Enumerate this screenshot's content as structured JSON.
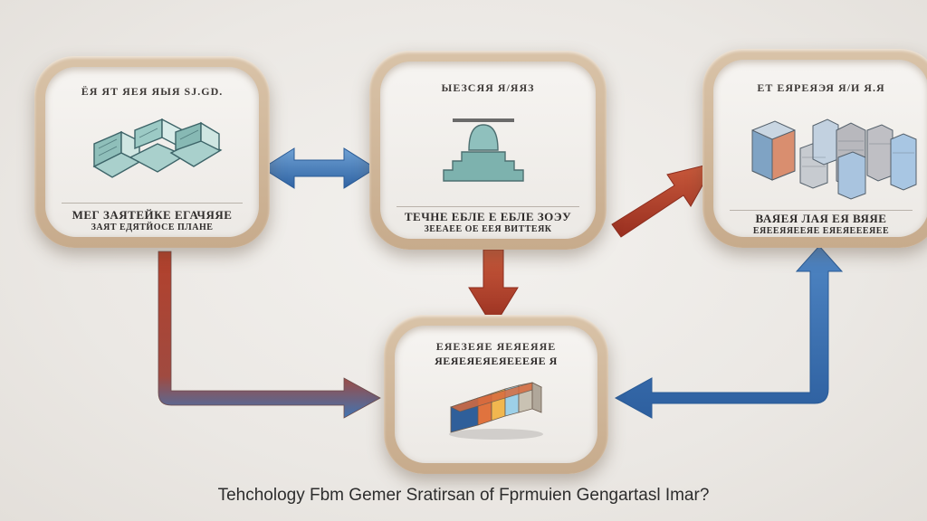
{
  "nodes": {
    "top_left": {
      "title": "ЁЯ ЯТ ЯЕЯ ЯЫЯ SJ.GD.",
      "caption_1": "МЕГ ЗАЯТЕЙКЕ ЕГАЧЯЯЕ",
      "caption_2": "ЗАЯТ ЕДЯТЙОСЕ ПЛАНЕ"
    },
    "top_middle": {
      "title": "ЫЕЗСЯЯ Я/ЯЯЗ",
      "caption_1": "ТЕЧНЕ ЕБЛЕ Е ЕБЛЕ ЗОЭУ",
      "caption_2": "ЗЕЕАЕЕ ОЕ ЕЕЯ ВИТТЕЯК"
    },
    "top_right": {
      "title": "ЕТ ЕЯРЕЯЭЯ Я/И Я.Я",
      "caption_1": "ВАЯЕЯ ЛАЯ ЕЯ ВЯЯЕ",
      "caption_2": "ЕЯЕЕЯЯЕЕЯЕ ЕЯЕЯЕЕЕЯЕЕ"
    },
    "bottom_middle": {
      "title": "ЕЯЕЗЕЯЕ ЯЕЯЕЯЯЕ",
      "caption_1": "ЯЕЯЕЯЕЯЕЯЕЕЕЯЕ Я"
    }
  },
  "footer": "Tehchology Fbm Gemer Sratirsan of Fprmuien Gengartasl Imar?",
  "colors": {
    "blue_arrow": "#3f79b8",
    "red_arrow": "#b4412c",
    "frame": "#cdb395",
    "teal_icon": "#7fb3b0"
  }
}
